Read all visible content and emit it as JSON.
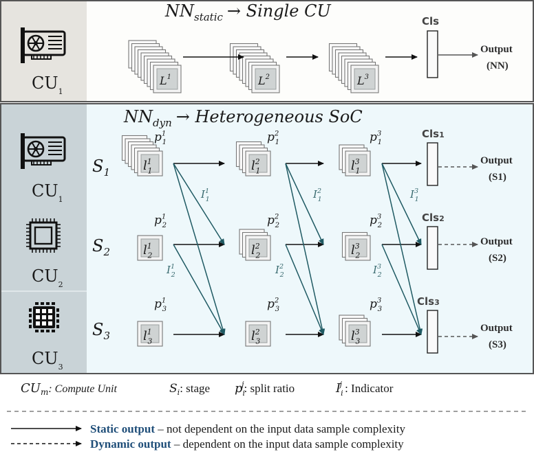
{
  "top": {
    "title": "NN",
    "title_sub": "static",
    "title_rest": "→ Single CU",
    "cu_label": "CU",
    "cu_sub": "1",
    "layers": [
      {
        "base": "L",
        "sup": "1"
      },
      {
        "base": "L",
        "sup": "2"
      },
      {
        "base": "L",
        "sup": "3"
      }
    ],
    "cls": "Cls",
    "output_line1": "Output",
    "output_line2": "(NN)"
  },
  "bottom": {
    "title": "NN",
    "title_sub": "dyn",
    "title_rest": "→ Heterogeneous SoC",
    "cus": [
      {
        "label": "CU",
        "sub": "1",
        "icon": "gpu-card-icon"
      },
      {
        "label": "CU",
        "sub": "2",
        "icon": "cpu-chip-icon"
      },
      {
        "label": "CU",
        "sub": "3",
        "icon": "npu-grid-icon"
      }
    ],
    "stages": [
      {
        "base": "S",
        "sub": "1"
      },
      {
        "base": "S",
        "sub": "2"
      },
      {
        "base": "S",
        "sub": "3"
      }
    ],
    "layers": [
      [
        {
          "sub": "1",
          "sup": "1"
        },
        {
          "sub": "1",
          "sup": "2"
        },
        {
          "sub": "1",
          "sup": "3"
        }
      ],
      [
        {
          "sub": "2",
          "sup": "1"
        },
        {
          "sub": "2",
          "sup": "2"
        },
        {
          "sub": "2",
          "sup": "3"
        }
      ],
      [
        {
          "sub": "3",
          "sup": "1"
        },
        {
          "sub": "3",
          "sup": "2"
        },
        {
          "sub": "3",
          "sup": "3"
        }
      ]
    ],
    "split_ratios": [
      [
        {
          "sub": "1",
          "sup": "1"
        },
        {
          "sub": "1",
          "sup": "2"
        },
        {
          "sub": "1",
          "sup": "3"
        }
      ],
      [
        {
          "sub": "2",
          "sup": "1"
        },
        {
          "sub": "2",
          "sup": "2"
        },
        {
          "sub": "2",
          "sup": "3"
        }
      ],
      [
        {
          "sub": "3",
          "sup": "1"
        },
        {
          "sub": "3",
          "sup": "2"
        },
        {
          "sub": "3",
          "sup": "3"
        }
      ]
    ],
    "indicators": [
      [
        {
          "sub": "1",
          "sup": "1"
        },
        {
          "sub": "1",
          "sup": "2"
        },
        {
          "sub": "1",
          "sup": "3"
        }
      ],
      [
        {
          "sub": "2",
          "sup": "1"
        },
        {
          "sub": "2",
          "sup": "2"
        },
        {
          "sub": "2",
          "sup": "3"
        }
      ]
    ],
    "cls": [
      {
        "base": "Cls",
        "sub": "1"
      },
      {
        "base": "Cls",
        "sub": "2"
      },
      {
        "base": "Cls",
        "sub": "3"
      }
    ],
    "outputs": [
      {
        "line1": "Output",
        "line2": "(S1)"
      },
      {
        "line1": "Output",
        "line2": "(S2)"
      },
      {
        "line1": "Output",
        "line2": "(S3)"
      }
    ]
  },
  "legend": {
    "cu_sym": "CU",
    "cu_sym_sub": "m",
    "cu_def": ": Compute Unit",
    "stage_sym": "S",
    "stage_sym_sub": "i",
    "stage_def": ": stage",
    "split_sym": "p",
    "split_sym_sub": "i",
    "split_sym_sup": "j",
    "split_def": ": split ratio",
    "ind_sym": "I",
    "ind_sym_sub": "i",
    "ind_sym_sup": "j",
    "ind_def": ": Indicator",
    "static_bold": "Static output",
    "static_rest": " – not dependent on the input data sample complexity",
    "dynamic_bold": "Dynamic output",
    "dynamic_rest": " – dependent on the input data sample complexity"
  },
  "colors": {
    "top_bg": "#fdfdfb",
    "top_side": "#e6e4df",
    "bottom_bg": "#eef8fb",
    "bottom_side": "#c9d3d7",
    "arrow_teal": "#1f5a63",
    "legend_blue": "#1f4e79"
  }
}
